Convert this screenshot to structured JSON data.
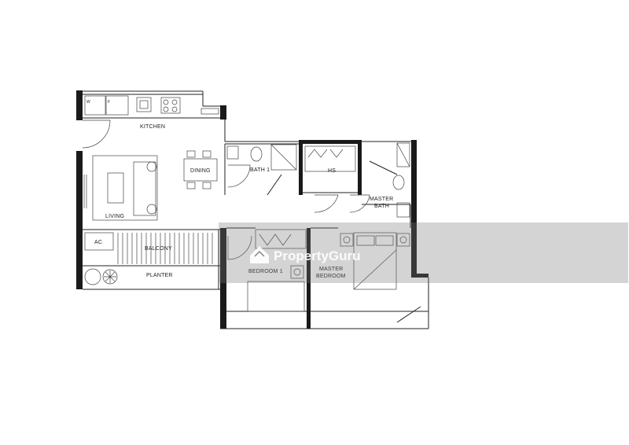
{
  "floorplan": {
    "rooms": {
      "kitchen": "KITCHEN",
      "dining": "DINING",
      "living": "LIVING",
      "bath1": "BATH 1",
      "hs": "HS",
      "master_bath": [
        "MASTER",
        "BATH"
      ],
      "balcony": "BALCONY",
      "ac": "AC",
      "planter": "PLANTER",
      "bedroom1": "BEDROOM 1",
      "master_bedroom": [
        "MASTER",
        "BEDROOM"
      ]
    },
    "appliance_marks": {
      "washer": "W",
      "fridge": "F"
    },
    "watermark": {
      "brand": "PropertyGuru"
    }
  }
}
